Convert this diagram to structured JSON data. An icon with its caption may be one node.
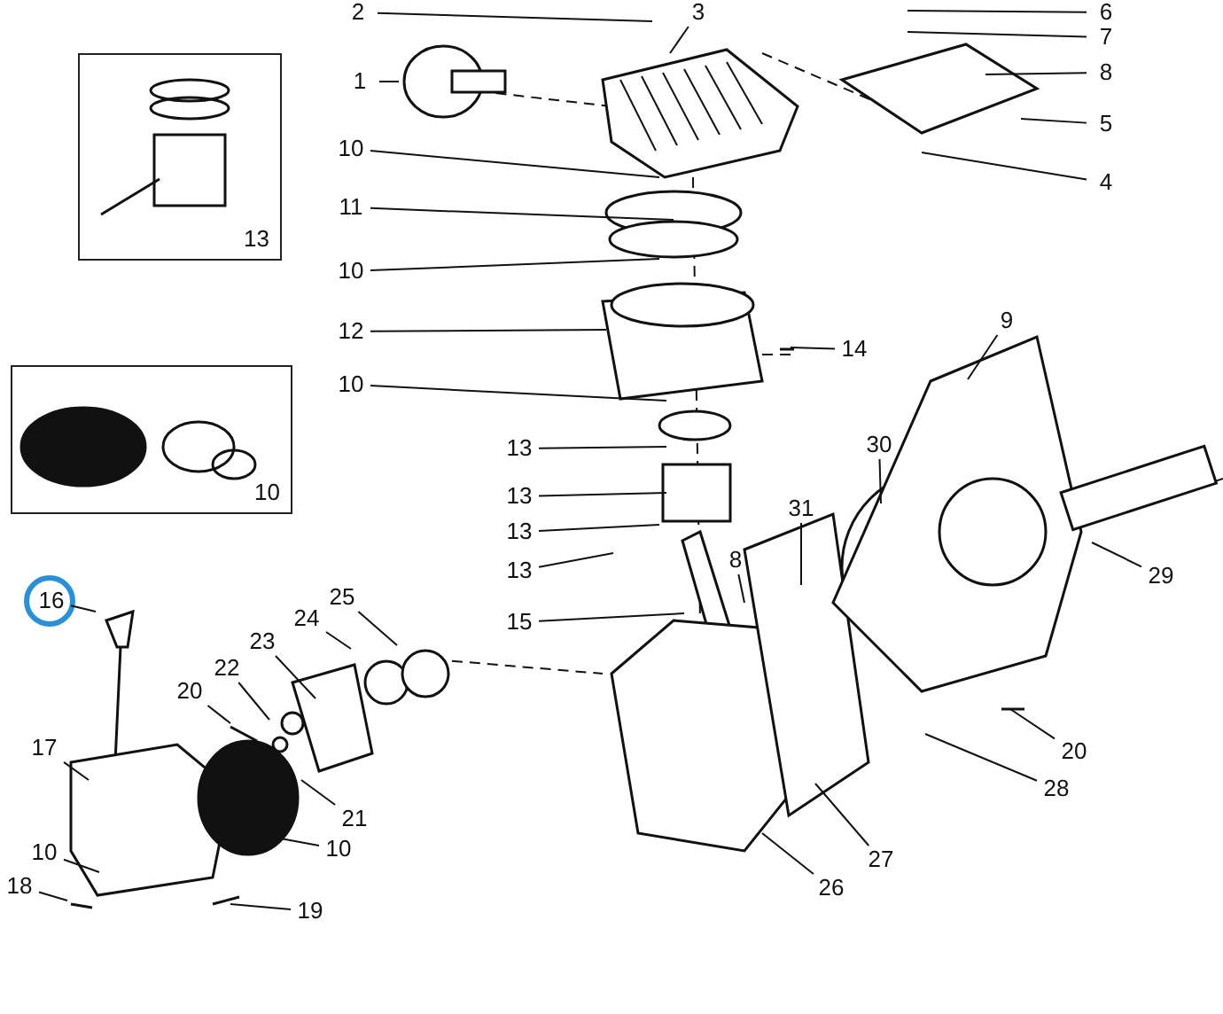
{
  "diagram": {
    "nodes": [
      {
        "text": [
          "2"
        ]
      },
      {
        "text": [
          "3"
        ]
      },
      {
        "text": [
          "6"
        ]
      },
      {
        "text": [
          "7"
        ]
      },
      {
        "text": [
          "8"
        ]
      },
      {
        "text": [
          "1"
        ]
      },
      {
        "text": [
          "5"
        ]
      },
      {
        "text": [
          "4"
        ]
      },
      {
        "text": [
          "10"
        ]
      },
      {
        "text": [
          "11"
        ]
      },
      {
        "text": [
          "10"
        ]
      },
      {
        "text": [
          "12"
        ]
      },
      {
        "text": [
          "14"
        ]
      },
      {
        "text": [
          "10"
        ]
      },
      {
        "text": [
          "9"
        ]
      },
      {
        "text": [
          "13"
        ]
      },
      {
        "text": [
          "30"
        ]
      },
      {
        "text": [
          "31"
        ]
      },
      {
        "text": [
          "13"
        ]
      },
      {
        "text": [
          "8"
        ]
      },
      {
        "text": [
          "29"
        ]
      },
      {
        "text": [
          "13"
        ]
      },
      {
        "text": [
          "13"
        ]
      },
      {
        "text": [
          "16"
        ]
      },
      {
        "text": [
          "25"
        ]
      },
      {
        "text": [
          "15"
        ]
      },
      {
        "text": [
          "24"
        ]
      },
      {
        "text": [
          "23"
        ]
      },
      {
        "text": [
          "22"
        ]
      },
      {
        "text": [
          "20"
        ]
      },
      {
        "text": [
          "17"
        ]
      },
      {
        "text": [
          "21"
        ]
      },
      {
        "text": [
          "28"
        ]
      },
      {
        "text": [
          "20"
        ]
      },
      {
        "text": [
          "10"
        ]
      },
      {
        "text": [
          "27"
        ]
      },
      {
        "text": [
          "10"
        ]
      },
      {
        "text": [
          "26"
        ]
      },
      {
        "text": [
          "18"
        ]
      },
      {
        "text": [
          "19"
        ]
      },
      {
        "text": [
          "13"
        ]
      },
      {
        "text": [
          "10"
        ]
      }
    ],
    "edges": [
      {
        "from": 0,
        "to": null,
        "arrow": "none"
      },
      {
        "from": 1,
        "to": null,
        "arrow": "none"
      },
      {
        "from": 2,
        "to": null,
        "arrow": "none"
      },
      {
        "from": 3,
        "to": null,
        "arrow": "none"
      },
      {
        "from": 4,
        "to": null,
        "arrow": "none"
      },
      {
        "from": 5,
        "to": null,
        "arrow": "none"
      },
      {
        "from": 6,
        "to": null,
        "arrow": "none"
      },
      {
        "from": 7,
        "to": null,
        "arrow": "none"
      },
      {
        "from": 8,
        "to": null,
        "arrow": "none"
      },
      {
        "from": 9,
        "to": null,
        "arrow": "none"
      },
      {
        "from": 10,
        "to": null,
        "arrow": "none"
      },
      {
        "from": 11,
        "to": null,
        "arrow": "none"
      },
      {
        "from": 12,
        "to": null,
        "arrow": "none"
      },
      {
        "from": 13,
        "to": null,
        "arrow": "none"
      },
      {
        "from": 14,
        "to": null,
        "arrow": "none"
      },
      {
        "from": 15,
        "to": null,
        "arrow": "none"
      },
      {
        "from": 16,
        "to": null,
        "arrow": "none"
      },
      {
        "from": 17,
        "to": null,
        "arrow": "none"
      },
      {
        "from": 18,
        "to": null,
        "arrow": "none"
      },
      {
        "from": 19,
        "to": null,
        "arrow": "none"
      },
      {
        "from": 20,
        "to": null,
        "arrow": "none"
      },
      {
        "from": 21,
        "to": null,
        "arrow": "none"
      },
      {
        "from": 22,
        "to": null,
        "arrow": "none"
      },
      {
        "from": 23,
        "to": null,
        "arrow": "none"
      },
      {
        "from": 24,
        "to": null,
        "arrow": "none"
      },
      {
        "from": 25,
        "to": null,
        "arrow": "none"
      },
      {
        "from": 26,
        "to": null,
        "arrow": "none"
      },
      {
        "from": 27,
        "to": null,
        "arrow": "none"
      },
      {
        "from": 28,
        "to": null,
        "arrow": "none"
      },
      {
        "from": 29,
        "to": null,
        "arrow": "none"
      },
      {
        "from": 30,
        "to": null,
        "arrow": "none"
      },
      {
        "from": 31,
        "to": null,
        "arrow": "none"
      },
      {
        "from": 32,
        "to": null,
        "arrow": "none"
      },
      {
        "from": 33,
        "to": null,
        "arrow": "none"
      },
      {
        "from": 34,
        "to": null,
        "arrow": "none"
      },
      {
        "from": 35,
        "to": null,
        "arrow": "none"
      },
      {
        "from": 36,
        "to": null,
        "arrow": "none"
      },
      {
        "from": 37,
        "to": null,
        "arrow": "none"
      },
      {
        "from": 38,
        "to": null,
        "arrow": "none"
      },
      {
        "from": 39,
        "to": null,
        "arrow": "none"
      }
    ]
  }
}
